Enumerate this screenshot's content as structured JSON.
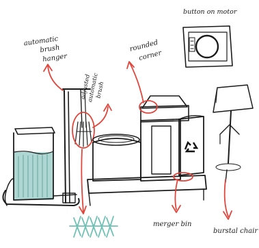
{
  "labels": {
    "button_on_motor": "button on motor",
    "brush_hanger_line1": "automatic",
    "brush_hanger_line2": "brush",
    "brush_hanger_line3": "hanger",
    "brush_line1": "adjusted",
    "brush_line2": "automatic",
    "brush_line3": "brush",
    "rounded_corner_line1": "rounded",
    "rounded_corner_line2": "corner",
    "merger_bin": "merger bin",
    "burstal_chair": "burstal chair"
  },
  "colors": {
    "ink": "#1b1b1b",
    "annotation": "#e0463c",
    "water": "#aed6d2",
    "recycle_bin": "#cfe7b0",
    "brush_bristles": "#6fc1b5",
    "chair_top": "#f5e9b8"
  },
  "icons": {
    "recycle": "recycle-icon",
    "motor_button": "motor-button-icon"
  }
}
